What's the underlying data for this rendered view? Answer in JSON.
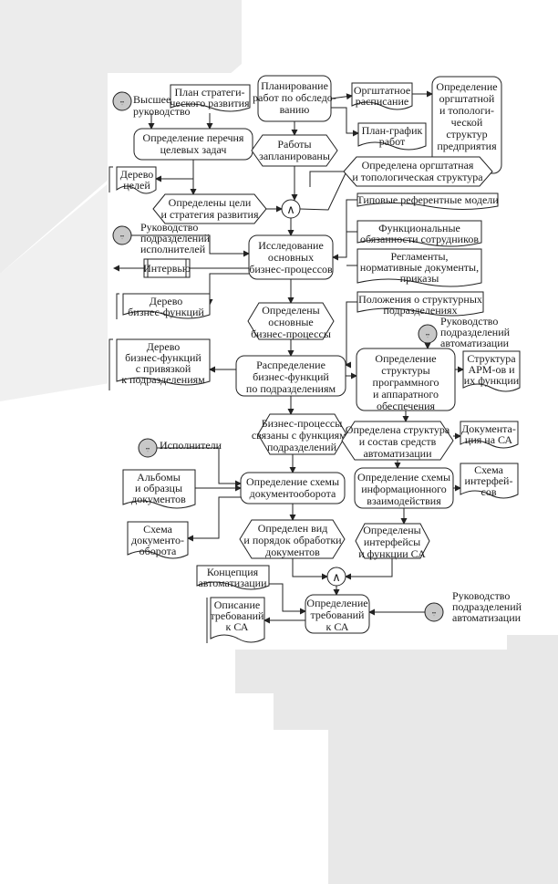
{
  "colors": {
    "line": "#222222",
    "box": "#ffffff",
    "person": "#c8c8c8",
    "background_grey": "#e6e6e6"
  },
  "diagram": {
    "functions": {
      "f1": [
        "Определение перечня",
        "целевых задач"
      ],
      "f2": [
        "Планирование",
        "работ по обследо-",
        "ванию"
      ],
      "f3": [
        "Исследование",
        "основных",
        "бизнес-процессов"
      ],
      "f4": [
        "Распределение",
        "бизнес-функций",
        "по подразделениям"
      ],
      "f5": [
        "Определение",
        "структуры",
        "программного",
        "и аппаратного",
        "обеспечения"
      ],
      "f6": [
        "Определение схемы",
        "документооборота"
      ],
      "f7": [
        "Определение схемы",
        "информационного",
        "взаимодействия"
      ],
      "f8": [
        "Определение",
        "требований",
        "к СА"
      ],
      "f9": [
        "Определение",
        "оргштатной",
        "и топологи-",
        "ческой",
        "структур",
        "предприятия"
      ]
    },
    "events": {
      "e1": [
        "Работы",
        "запланированы"
      ],
      "e2": [
        "Определена оргштатная",
        "и топологическая структура"
      ],
      "e3": [
        "Определены цели",
        "и стратегия развития"
      ],
      "e4": [
        "Определены",
        "основные",
        "бизнес-процессы"
      ],
      "e5": [
        "Бизнес-процессы",
        "связаны с функциями",
        "подразделений"
      ],
      "e6": [
        "Определена структура",
        "и состав средств",
        "автоматизации"
      ],
      "e7": [
        "Определен вид",
        "и порядок обработки",
        "документов"
      ],
      "e8": [
        "Определены",
        "интерфейсы",
        "и функции СА"
      ]
    },
    "documents": {
      "d1": [
        "План стратеги-",
        "ческого развития"
      ],
      "d2": [
        "Оргштатное",
        "расписание"
      ],
      "d3": [
        "План-график",
        "работ"
      ],
      "d4": [
        "Дерево",
        "целей"
      ],
      "d5": [
        "Типовые референтные модели"
      ],
      "d6": [
        "Функциональные",
        "обязанности сотрудников"
      ],
      "d7": [
        "Регламенты,",
        "нормативные документы,",
        "приказы"
      ],
      "d8": [
        "Дерево",
        "бизнес-функций"
      ],
      "d9": [
        "Положения о структурных",
        "подразделениях"
      ],
      "d10": [
        "Дерево",
        "бизнес-функций",
        "с привязкой",
        "к подразделениям"
      ],
      "d11": [
        "Структура",
        "АРМ-ов и",
        "их функции"
      ],
      "d12": [
        "Документа-",
        "ция на СА"
      ],
      "d13": [
        "Схема",
        "интерфей-",
        "сов"
      ],
      "d14": [
        "Альбомы",
        "и образцы",
        "документов"
      ],
      "d15": [
        "Схема",
        "документо-",
        "оборота"
      ],
      "d16": [
        "Концепция",
        "автоматизации"
      ],
      "d17": [
        "Описание",
        "требований",
        "к СА"
      ]
    },
    "system": {
      "s1": "Интервью"
    },
    "people": {
      "p1": [
        "Высшее",
        "руководство"
      ],
      "p2": [
        "Руководство",
        "подразделений",
        "исполнителей"
      ],
      "p3": [
        "Руководство",
        "подразделений",
        "автоматизации"
      ],
      "p4": [
        "Исполнители"
      ],
      "p5": [
        "Руководство",
        "подразделений",
        "автоматизации"
      ]
    },
    "connector_symbol": "∧"
  }
}
